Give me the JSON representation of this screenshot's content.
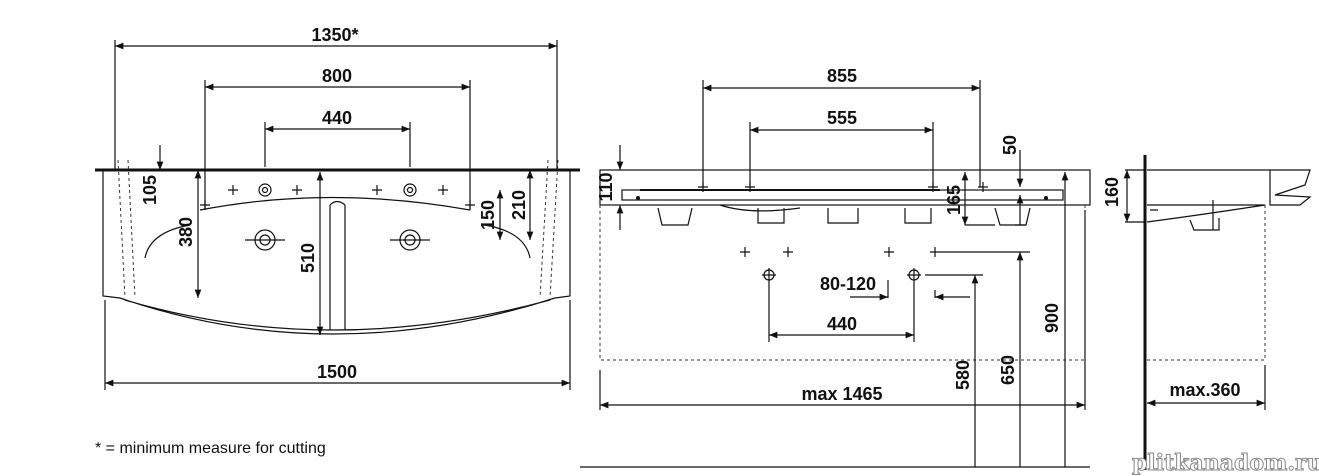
{
  "front_view": {
    "dims": {
      "width_cut": "1350*",
      "tap_outer": "800",
      "tap_inner": "440",
      "total_width": "1500",
      "d105": "105",
      "d380": "380",
      "d510": "510",
      "d150": "150",
      "d210": "210"
    }
  },
  "top_view": {
    "dims": {
      "d855": "855",
      "d555": "555",
      "d50": "50",
      "d110": "110",
      "d165": "165",
      "d80_120": "80-120",
      "d440": "440",
      "max_width": "max 1465",
      "d580": "580",
      "d650": "650",
      "d900": "900"
    }
  },
  "side_view": {
    "dims": {
      "d160": "160",
      "max_depth": "max.360"
    }
  },
  "footnote": "* = minimum measure for cutting",
  "watermark": "plitkanadom.ru"
}
